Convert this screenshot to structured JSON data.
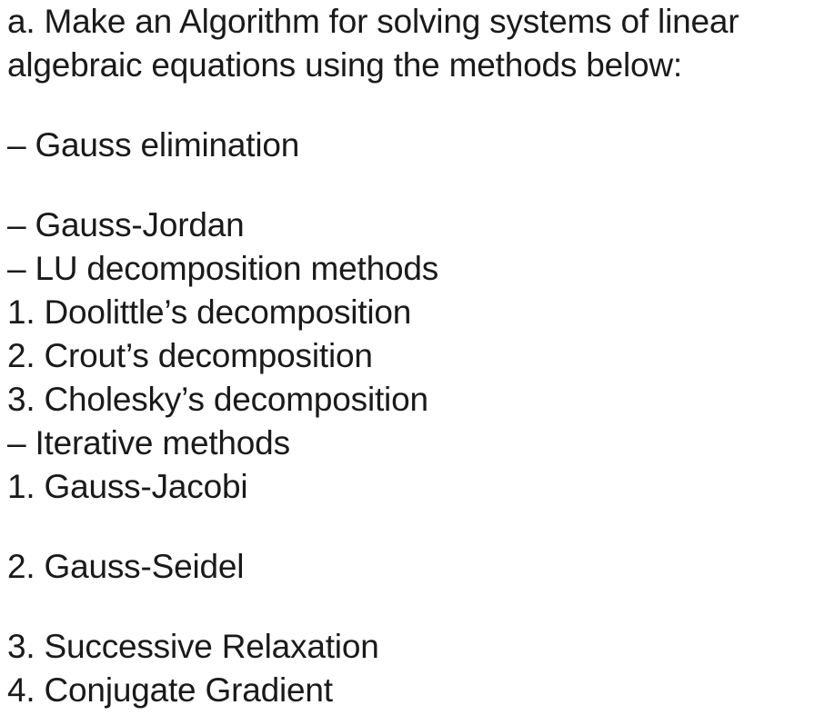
{
  "question": {
    "intro": [
      "a. Make an Algorithm for solving systems of linear",
      "algebraic equations using the methods below:"
    ],
    "methods": [
      "– Gauss elimination",
      "– Gauss-Jordan",
      "– LU decomposition methods",
      "1. Doolittle’s decomposition",
      "2. Crout’s decomposition",
      "3. Cholesky’s decomposition",
      "– Iterative methods",
      "1. Gauss-Jacobi",
      "2. Gauss-Seidel",
      "3. Successive Relaxation",
      "4. Conjugate Gradient"
    ]
  }
}
